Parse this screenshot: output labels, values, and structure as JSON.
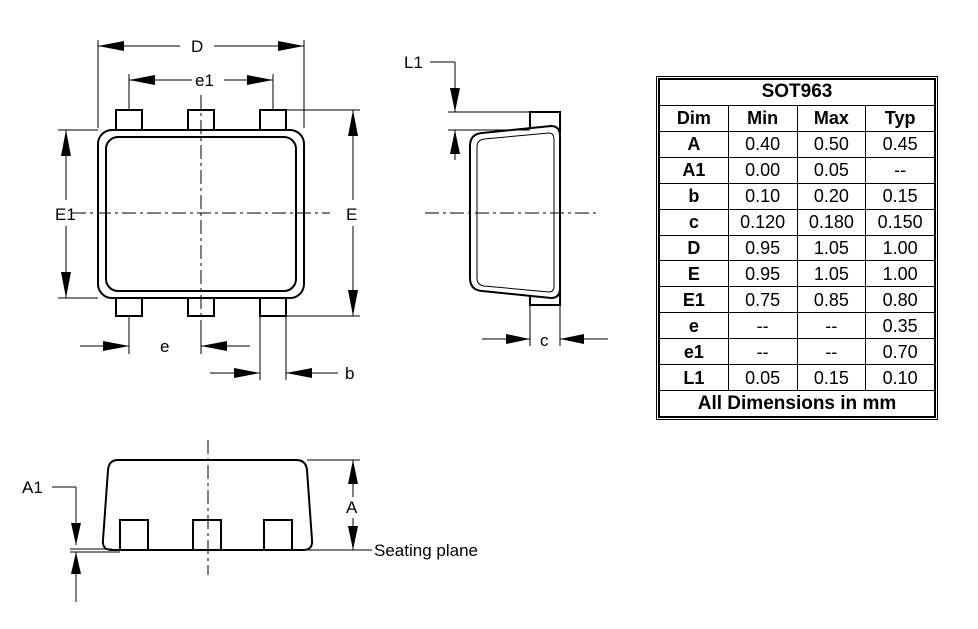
{
  "labels": {
    "D": "D",
    "e1": "e1",
    "E1": "E1",
    "E": "E",
    "e": "e",
    "b": "b",
    "L1": "L1",
    "c": "c",
    "A1": "A1",
    "A": "A",
    "seating_plane": "Seating plane"
  },
  "table": {
    "title": "SOT963",
    "headers": [
      "Dim",
      "Min",
      "Max",
      "Typ"
    ],
    "rows": [
      [
        "A",
        "0.40",
        "0.50",
        "0.45"
      ],
      [
        "A1",
        "0.00",
        "0.05",
        "--"
      ],
      [
        "b",
        "0.10",
        "0.20",
        "0.15"
      ],
      [
        "c",
        "0.120",
        "0.180",
        "0.150"
      ],
      [
        "D",
        "0.95",
        "1.05",
        "1.00"
      ],
      [
        "E",
        "0.95",
        "1.05",
        "1.00"
      ],
      [
        "E1",
        "0.75",
        "0.85",
        "0.80"
      ],
      [
        "e",
        "--",
        "--",
        "0.35"
      ],
      [
        "e1",
        "--",
        "--",
        "0.70"
      ],
      [
        "L1",
        "0.05",
        "0.15",
        "0.10"
      ]
    ],
    "footer": "All Dimensions in mm"
  }
}
